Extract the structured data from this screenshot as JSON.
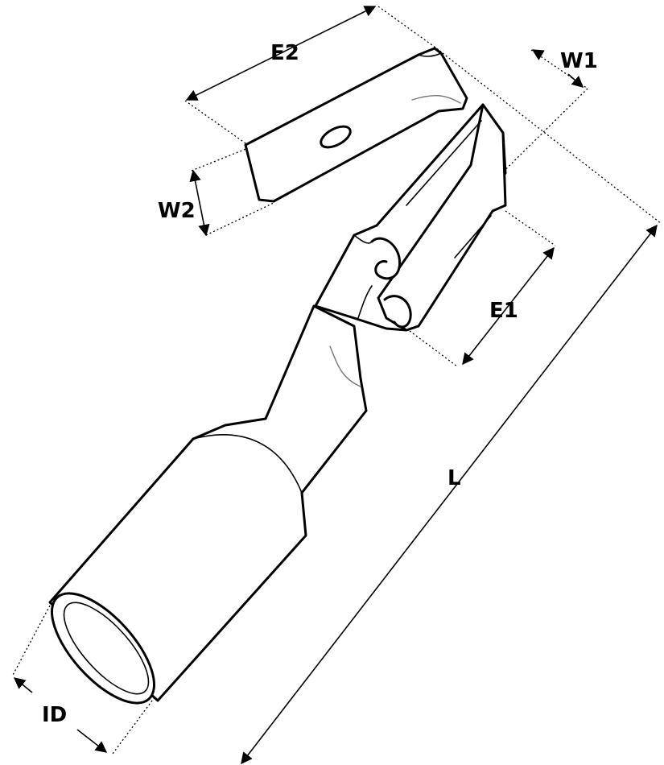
{
  "colors": {
    "stroke": "#000000",
    "background": "#ffffff"
  },
  "dimensions": {
    "e2": "E2",
    "w1": "W1",
    "w2": "W2",
    "e1": "E1",
    "l": "L",
    "id": "ID"
  }
}
